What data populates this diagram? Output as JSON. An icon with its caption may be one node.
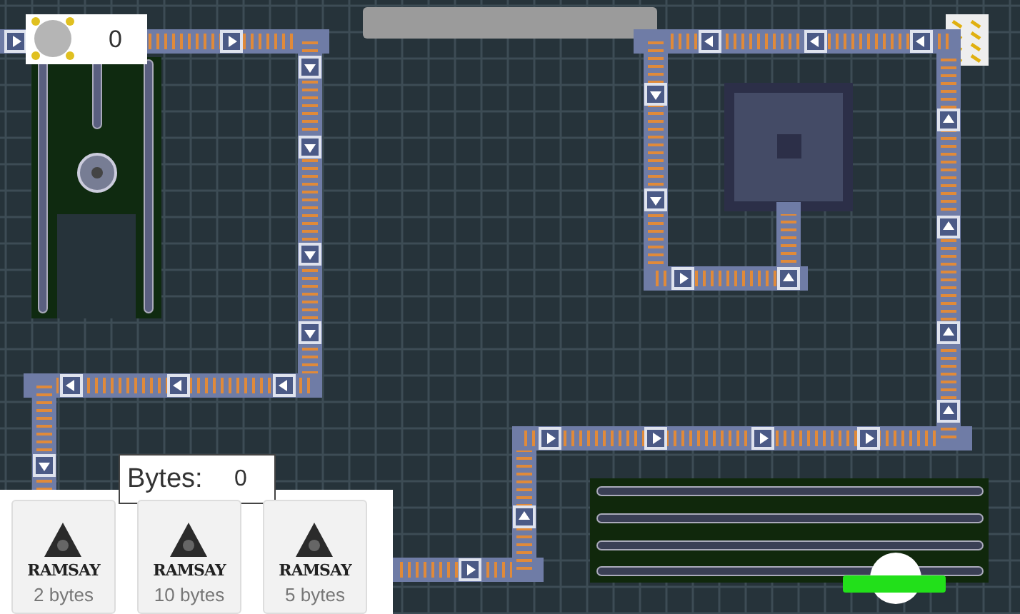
{
  "diagram": {
    "labels": [
      "0",
      "Bytes:",
      "0",
      "RAMSAY",
      "2 bytes",
      "RAMSAY",
      "10 bytes",
      "RAMSAY",
      "5 bytes"
    ]
  }
}
